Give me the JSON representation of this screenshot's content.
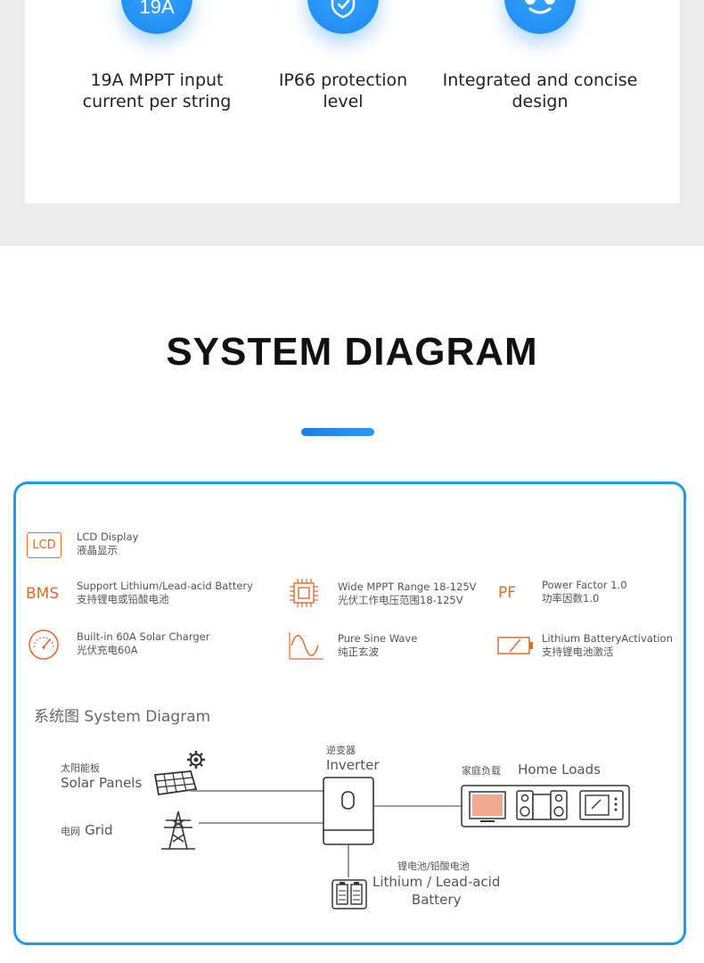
{
  "features": [
    {
      "icon": "19a-current-icon",
      "icon_text": "19A",
      "label_line1": "19A MPPT input",
      "label_line2": "current per string"
    },
    {
      "icon": "shield-icon",
      "label_line1": "IP66 protection",
      "label_line2": "level"
    },
    {
      "icon": "smiley-icon",
      "label_line1": "Integrated and concise",
      "label_line2": "design"
    }
  ],
  "section": {
    "title": "SYSTEM DIAGRAM"
  },
  "specs": {
    "lcd": {
      "icon_text": "LCD",
      "en": "LCD Display",
      "zh": "液晶显示"
    },
    "bms": {
      "icon_text": "BMS",
      "en": "Support Lithium/Lead-acid Battery",
      "zh": "支持锂电或铅酸电池"
    },
    "mppt": {
      "en": "Wide MPPT Range 18-125V",
      "zh": "光伏工作电压范围18-125V"
    },
    "pf": {
      "icon_text": "PF",
      "en": "Power Factor 1.0",
      "zh": "功率因数1.0"
    },
    "charger": {
      "en": "Built-in 60A Solar Charger",
      "zh": "光伏充电60A"
    },
    "sine": {
      "en": "Pure Sine Wave",
      "zh": "纯正玄波"
    },
    "activation": {
      "en": "Lithium BatteryActivation",
      "zh": "支持锂电池激活"
    }
  },
  "diagram": {
    "title": "系统图 System Diagram",
    "solar": {
      "zh": "太阳能板",
      "en": "Solar Panels"
    },
    "grid": {
      "zh": "电网",
      "en": "Grid"
    },
    "inverter": {
      "zh": "逆变器",
      "en": "Inverter"
    },
    "loads": {
      "zh": "家庭负载",
      "en": "Home Loads"
    },
    "battery": {
      "zh": "锂电池/铅酸电池",
      "en_line1": "Lithium / Lead-acid",
      "en_line2": "Battery"
    }
  },
  "colors": {
    "accent_blue": "#1e9be8",
    "accent_orange": "#e0682f",
    "band_grey": "#ececec"
  }
}
